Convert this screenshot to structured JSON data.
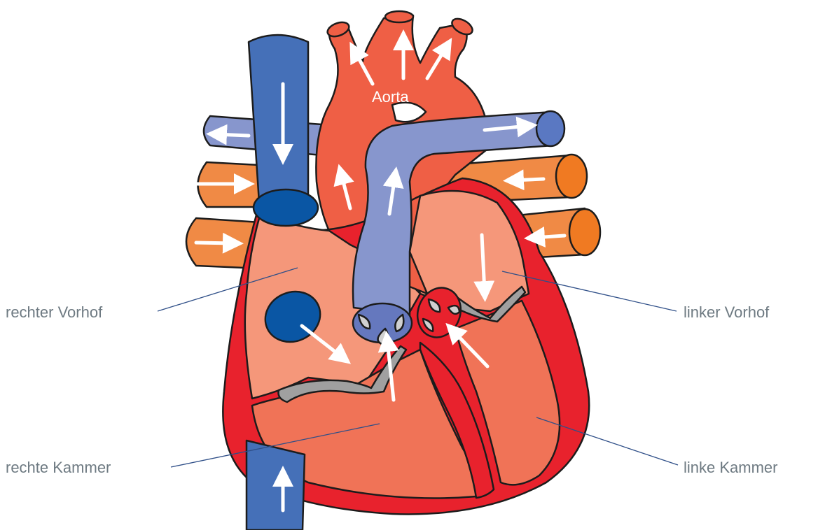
{
  "labels": {
    "aorta": "Aorta",
    "right_atrium": "rechter Vorhof",
    "left_atrium": "linker Vorhof",
    "right_ventricle": "rechte Kammer",
    "left_ventricle": "linke Kammer"
  },
  "colors": {
    "vena_cava": "#4570b8",
    "pulmonary_artery": "#8796cd",
    "pulmonary_vein": "#f08a45",
    "aorta": "#ef5f45",
    "heart_wall": "#e8222d",
    "chamber_light": "#f5977a",
    "chamber_mid": "#f07357",
    "valve": "#a0a0a0",
    "opening_dark": "#0a56a4",
    "label_text": "#6e7a82",
    "leader_line": "#2f4f88"
  }
}
